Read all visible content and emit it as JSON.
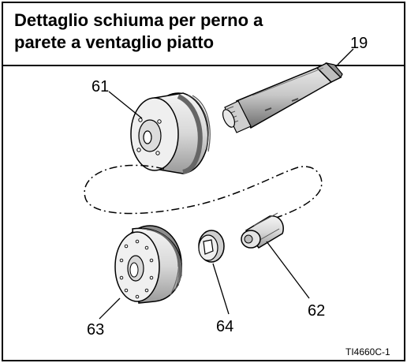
{
  "title": "Dettaglio schiuma per perno a parete a ventaglio piatto",
  "callouts": {
    "c19": "19",
    "c61": "61",
    "c62": "62",
    "c63": "63",
    "c64": "64"
  },
  "figure_ref": "TI4660C-1"
}
